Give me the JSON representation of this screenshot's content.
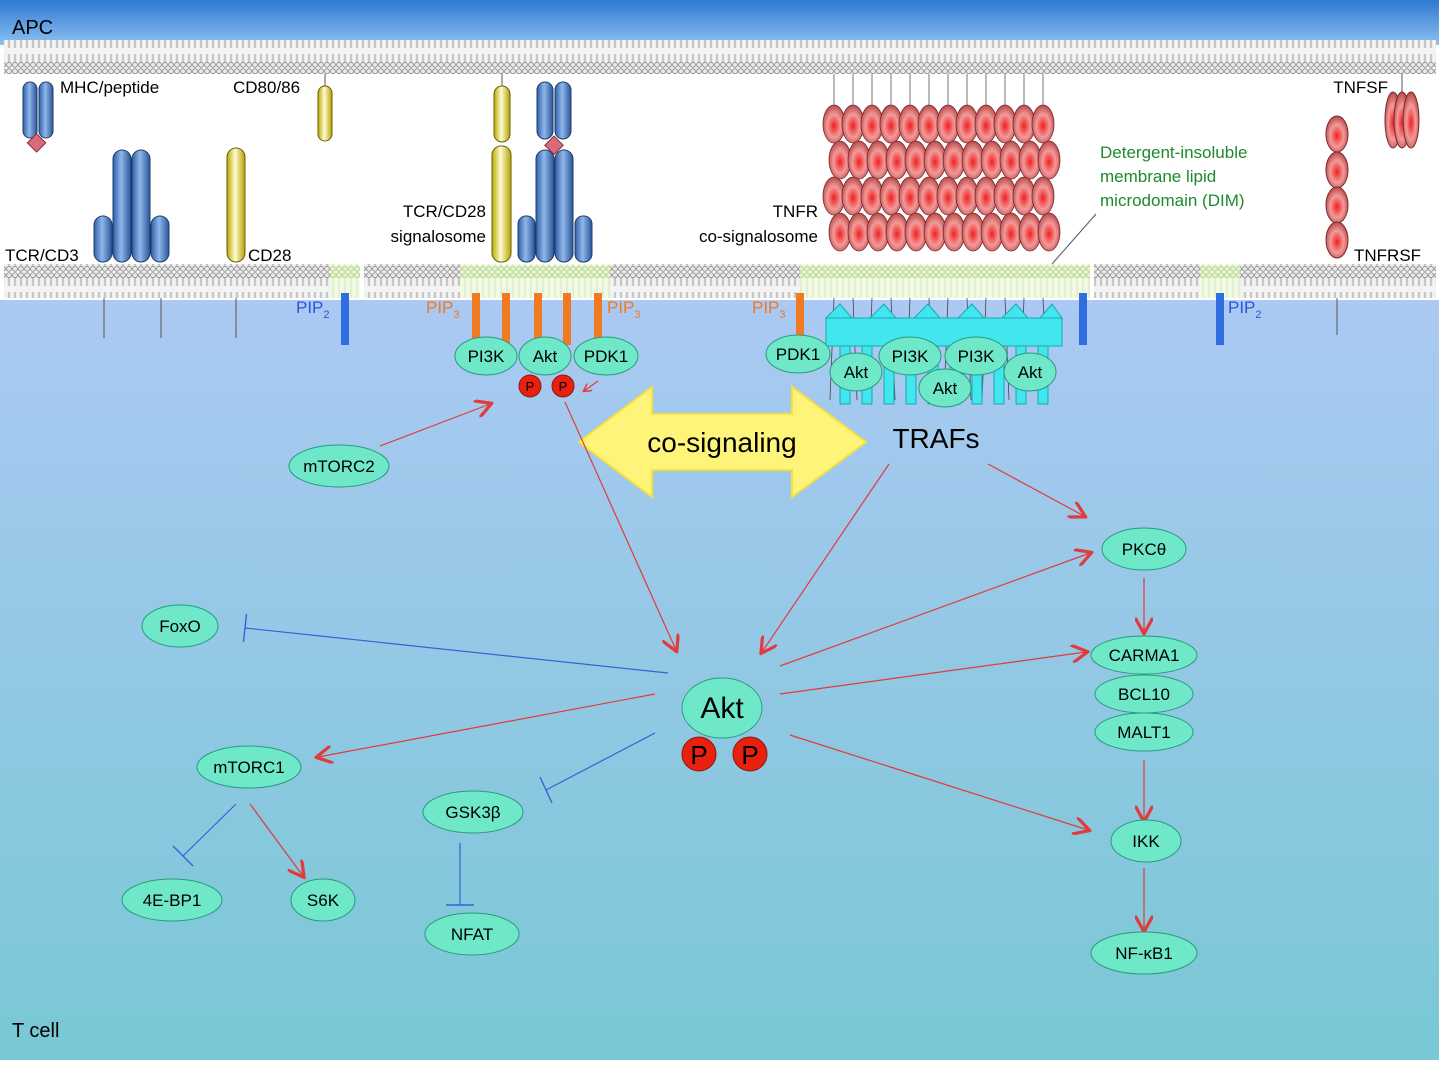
{
  "regions": {
    "apc": "APC",
    "tcell": "T cell"
  },
  "receptors": {
    "mhc_peptide": "MHC/peptide",
    "cd80_86": "CD80/86",
    "tcr_cd3": "TCR/CD3",
    "cd28": "CD28",
    "tcr_cd28_signalosome_line1": "TCR/CD28",
    "tcr_cd28_signalosome_line2": "signalosome",
    "tnfr_line1": "TNFR",
    "tnfr_line2": "co-signalosome",
    "tnfsf": "TNFSF",
    "tnfrsf": "TNFRSF",
    "dim_line1": "Detergent-insoluble",
    "dim_line2": "membrane lipid",
    "dim_line3": "microdomain (DIM)"
  },
  "lipids": {
    "pip2_base": "PIP",
    "pip2_sub": "2",
    "pip3_base": "PIP",
    "pip3_sub": "3"
  },
  "molecules": {
    "pi3k": "PI3K",
    "akt": "Akt",
    "pdk1": "PDK1",
    "phospho": "P",
    "mtorc2": "mTORC2",
    "traf": "TRAFs",
    "cosignaling": "co-signaling",
    "foxo": "FoxO",
    "akt_center": "Akt",
    "mtorc1": "mTORC1",
    "gsk3b": "GSK3β",
    "nfat": "NFAT",
    "e4bp1": "4E-BP1",
    "s6k": "S6K",
    "pkc_theta": "PKCθ",
    "carma1": "CARMA1",
    "bcl10": "BCL10",
    "malt1": "MALT1",
    "ikk": "IKK",
    "nfkb1": "NF-κB1"
  },
  "colors": {
    "apc_band": "#4a8fd6",
    "cytoplasm_top": "#a9c9f2",
    "cytoplasm_bottom": "#79c7d6",
    "node_fill": "#6ee8c8",
    "phospho_fill": "#e8200f",
    "activation_arrow": "#e03c3c",
    "inhibition_line": "#3a5fd6",
    "pip2_text": "#2b55d6",
    "pip3_text": "#f07a1f",
    "dim_text": "#1d8a2c",
    "traf_fill": "#41e6ee"
  }
}
